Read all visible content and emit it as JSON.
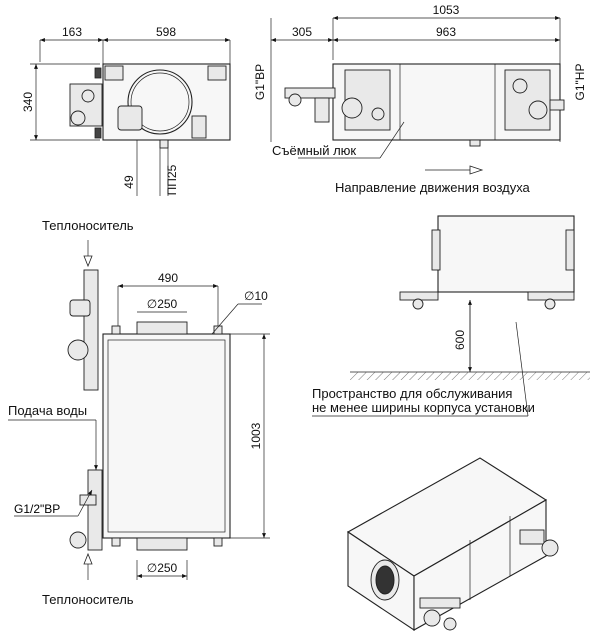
{
  "dimensions": {
    "top_left_width_a": "163",
    "top_left_width_b": "598",
    "top_left_height": "340",
    "top_left_offset": "49",
    "top_left_drain": "ПП25",
    "top_right_total": "1053",
    "top_right_a": "305",
    "top_right_b": "963",
    "top_right_inlet": "G1\"ВР",
    "top_right_outlet": "G1\"НР",
    "plan_width": "490",
    "plan_duct_top": "∅250",
    "plan_hole": "∅10",
    "plan_length": "1003",
    "plan_duct_bottom": "∅250",
    "plan_fitting": "G1/2\"ВР",
    "service_clearance": "600"
  },
  "labels": {
    "removable_hatch": "Съёмный люк",
    "airflow_direction": "Направление движения воздуха",
    "coolant_top": "Теплоноситель",
    "coolant_bottom": "Теплоноситель",
    "water_supply": "Подача воды",
    "service_line1": "Пространство для обслуживания",
    "service_line2": "не менее ширины корпуса установки"
  }
}
